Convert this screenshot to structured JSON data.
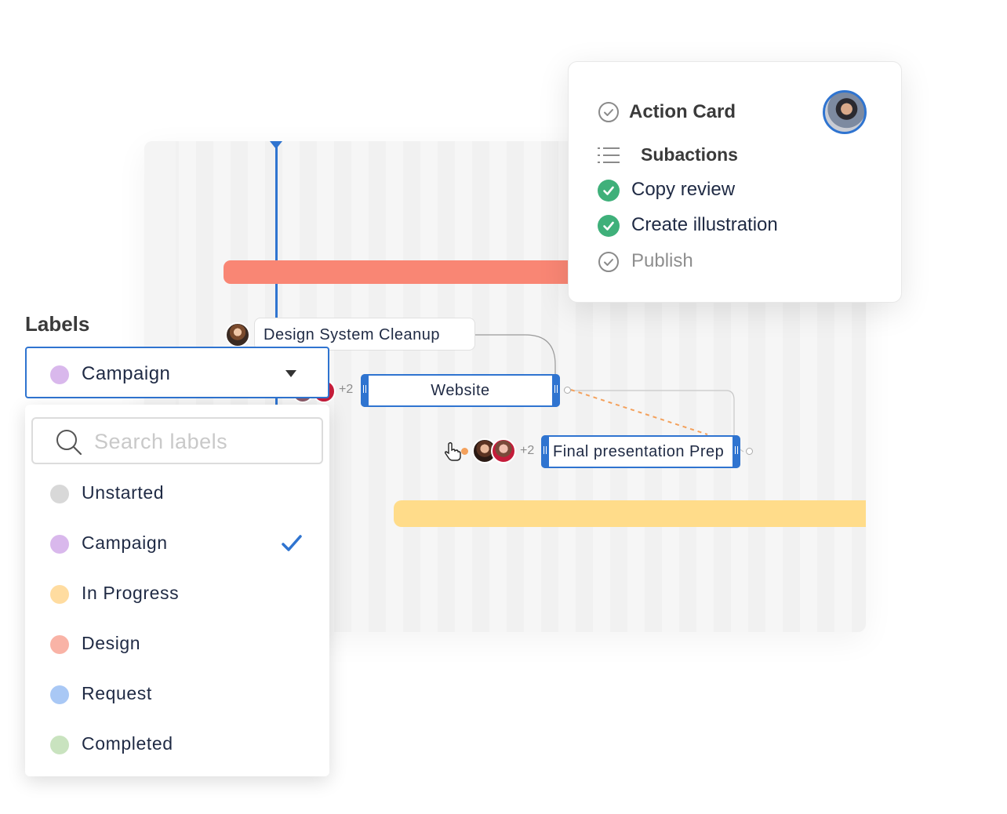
{
  "timeline": {
    "task_label": "Design System Cleanup",
    "website_bar": "Website",
    "final_bar": "Final presentation Prep",
    "extra_assignees_1": "+2",
    "extra_assignees_2": "+2",
    "colors": {
      "red_bar": "#f98674",
      "yellow_bar": "#ffdc8a",
      "accent": "#2f74d0",
      "dependency": "#f4a15c"
    }
  },
  "action_card": {
    "title": "Action Card",
    "subactions_heading": "Subactions",
    "items": [
      {
        "label": "Copy review",
        "done": true
      },
      {
        "label": "Create illustration",
        "done": true
      },
      {
        "label": "Publish",
        "done": false
      }
    ]
  },
  "labels": {
    "heading": "Labels",
    "selected": {
      "label": "Campaign",
      "color": "#d9b8ec"
    },
    "search_placeholder": "Search labels",
    "options": [
      {
        "label": "Unstarted",
        "color": "#d8d8d8",
        "selected": false
      },
      {
        "label": "Campaign",
        "color": "#d9b8ec",
        "selected": true
      },
      {
        "label": "In Progress",
        "color": "#ffdca0",
        "selected": false
      },
      {
        "label": "Design",
        "color": "#f9b3a6",
        "selected": false
      },
      {
        "label": "Request",
        "color": "#a9c8f5",
        "selected": false
      },
      {
        "label": "Completed",
        "color": "#c9e3bf",
        "selected": false
      }
    ]
  }
}
